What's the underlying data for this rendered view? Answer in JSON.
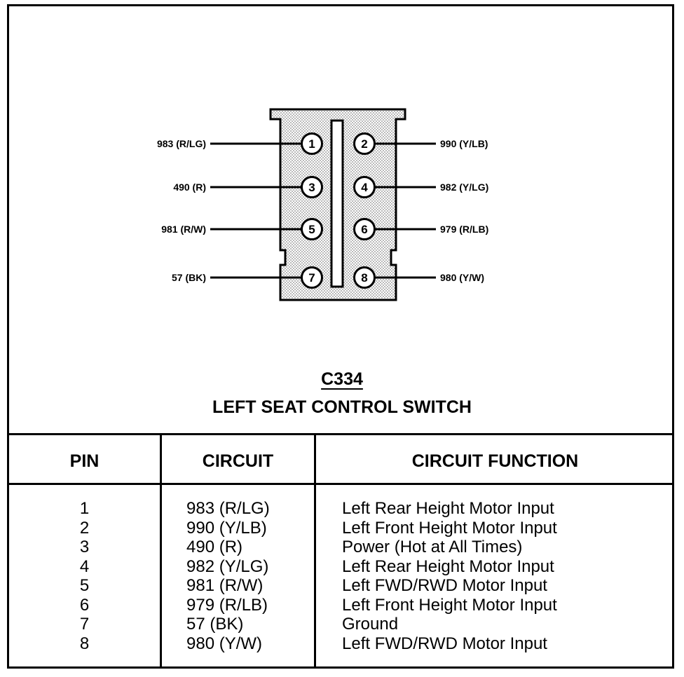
{
  "connector": {
    "id": "C334",
    "name": "LEFT SEAT CONTROL SWITCH",
    "pins": [
      {
        "pin": "1",
        "label": "983 (R/LG)"
      },
      {
        "pin": "2",
        "label": "990 (Y/LB)"
      },
      {
        "pin": "3",
        "label": "490 (R)"
      },
      {
        "pin": "4",
        "label": "982 (Y/LG)"
      },
      {
        "pin": "5",
        "label": "981 (R/W)"
      },
      {
        "pin": "6",
        "label": "979 (R/LB)"
      },
      {
        "pin": "7",
        "label": "57 (BK)"
      },
      {
        "pin": "8",
        "label": "980 (Y/W)"
      }
    ]
  },
  "table": {
    "headers": {
      "pin": "PIN",
      "circuit": "CIRCUIT",
      "function": "CIRCUIT FUNCTION"
    },
    "rows": [
      {
        "pin": "1",
        "circuit": "983 (R/LG)",
        "function": "Left Rear Height Motor Input"
      },
      {
        "pin": "2",
        "circuit": "990 (Y/LB)",
        "function": "Left Front Height Motor Input"
      },
      {
        "pin": "3",
        "circuit": "490 (R)",
        "function": "Power (Hot at All Times)"
      },
      {
        "pin": "4",
        "circuit": "982 (Y/LG)",
        "function": "Left Rear Height Motor Input"
      },
      {
        "pin": "5",
        "circuit": "981 (R/W)",
        "function": "Left FWD/RWD Motor Input"
      },
      {
        "pin": "6",
        "circuit": "979 (R/LB)",
        "function": "Left Front Height Motor Input"
      },
      {
        "pin": "7",
        "circuit": "57 (BK)",
        "function": "Ground"
      },
      {
        "pin": "8",
        "circuit": "980 (Y/W)",
        "function": "Left FWD/RWD Motor Input"
      }
    ]
  }
}
